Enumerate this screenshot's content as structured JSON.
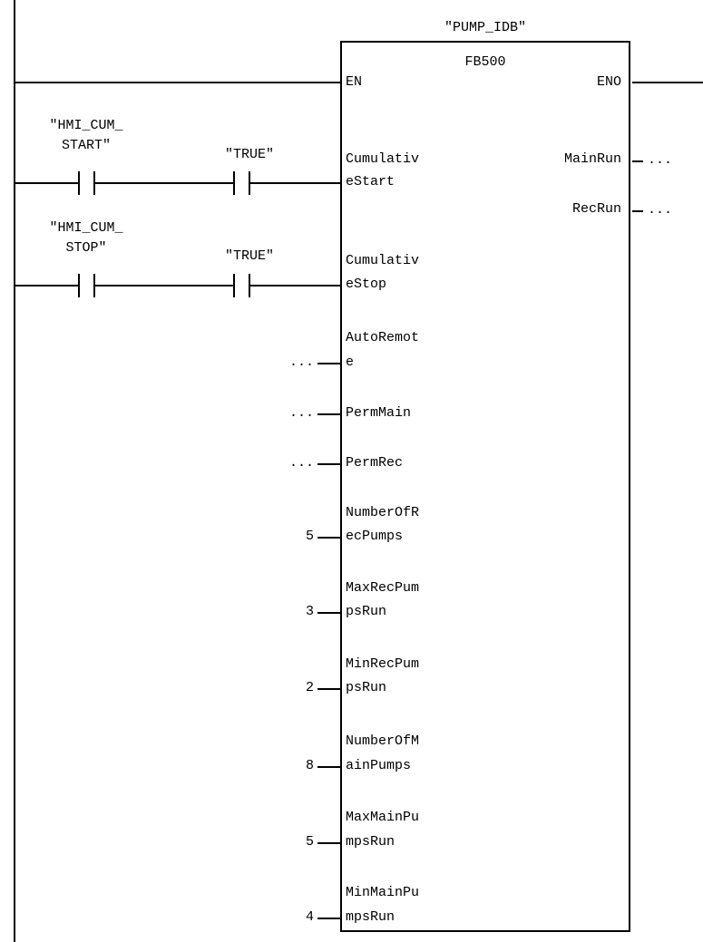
{
  "instance_db": "\"PUMP_IDB\"",
  "block_type": "FB500",
  "enable_in": "EN",
  "enable_out": "ENO",
  "contacts": [
    {
      "line1": "\"HMI_CUM_",
      "line2": "START\""
    },
    {
      "line1": "\"TRUE\"",
      "line2": ""
    },
    {
      "line1": "\"HMI_CUM_",
      "line2": "STOP\""
    },
    {
      "line1": "\"TRUE\"",
      "line2": ""
    }
  ],
  "inputs": [
    {
      "line1": "Cumulativ",
      "line2": "eStart",
      "value": ""
    },
    {
      "line1": "Cumulativ",
      "line2": "eStop",
      "value": ""
    },
    {
      "line1": "AutoRemot",
      "line2": "e",
      "value": "..."
    },
    {
      "line1": "PermMain",
      "line2": "",
      "value": "..."
    },
    {
      "line1": "PermRec",
      "line2": "",
      "value": "..."
    },
    {
      "line1": "NumberOfR",
      "line2": "ecPumps",
      "value": "5"
    },
    {
      "line1": "MaxRecPum",
      "line2": "psRun",
      "value": "3"
    },
    {
      "line1": "MinRecPum",
      "line2": "psRun",
      "value": "2"
    },
    {
      "line1": "NumberOfM",
      "line2": "ainPumps",
      "value": "8"
    },
    {
      "line1": "MaxMainPu",
      "line2": "mpsRun",
      "value": "5"
    },
    {
      "line1": "MinMainPu",
      "line2": "mpsRun",
      "value": "4"
    }
  ],
  "outputs": [
    {
      "name": "MainRun",
      "value": "..."
    },
    {
      "name": "RecRun",
      "value": "..."
    }
  ]
}
